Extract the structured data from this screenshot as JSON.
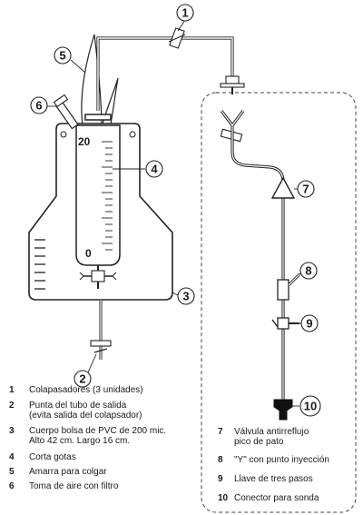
{
  "diagram": {
    "scale_labels": {
      "top": "20",
      "bottom": "0"
    },
    "callouts": [
      "1",
      "2",
      "3",
      "4",
      "5",
      "6",
      "7",
      "8",
      "9",
      "10"
    ]
  },
  "legend": [
    {
      "num": "1",
      "lines": [
        "Colapasadores (3 unidades)"
      ]
    },
    {
      "num": "2",
      "lines": [
        "Punta del tubo de salida",
        "(evita salida del colapsador)"
      ]
    },
    {
      "num": "3",
      "lines": [
        "Cuerpo bolsa de PVC de 200 mic.",
        "Alto 42 cm. Largo 16 cm."
      ]
    },
    {
      "num": "4",
      "lines": [
        "Corta gotas"
      ]
    },
    {
      "num": "5",
      "lines": [
        "Amarra para colgar"
      ]
    },
    {
      "num": "6",
      "lines": [
        "Toma de aire con filtro"
      ]
    },
    {
      "num": "7",
      "lines": [
        "Válvula antirreflujo",
        "pico de pato"
      ]
    },
    {
      "num": "8",
      "lines": [
        "\"Y\" con punto inyección"
      ]
    },
    {
      "num": "9",
      "lines": [
        "Llave de tres pasos"
      ]
    },
    {
      "num": "10",
      "lines": [
        "Conector para sonda"
      ]
    }
  ]
}
